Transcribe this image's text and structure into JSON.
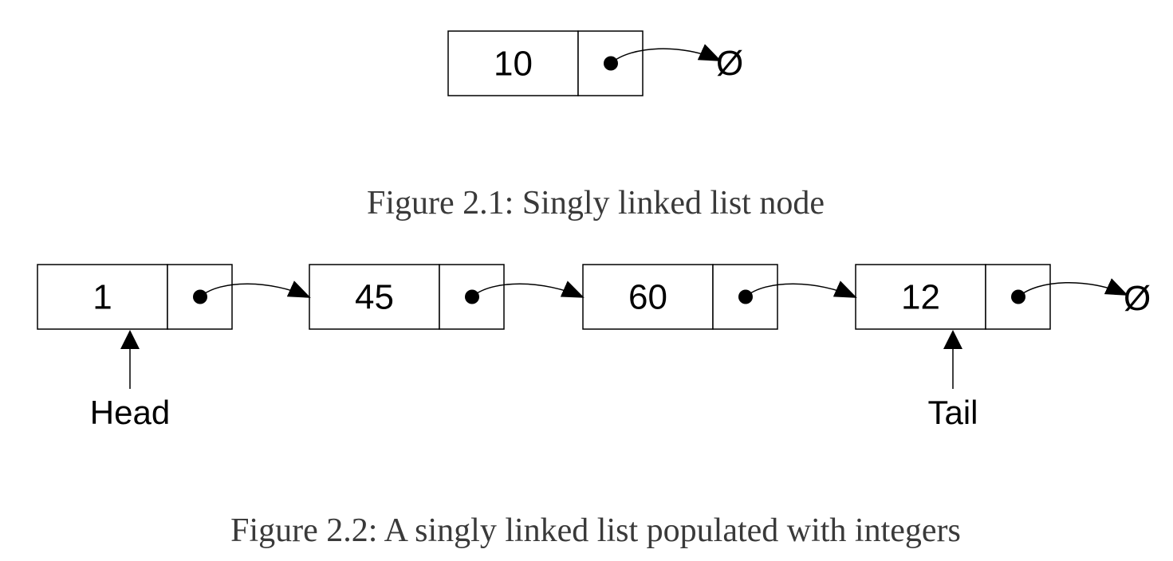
{
  "figure1": {
    "caption": "Figure 2.1: Singly linked list node",
    "nodes": [
      {
        "value": "10",
        "next": "null"
      }
    ]
  },
  "figure2": {
    "caption": "Figure 2.2: A singly linked list populated with integers",
    "nodes": [
      {
        "value": "1",
        "next": "node"
      },
      {
        "value": "45",
        "next": "node"
      },
      {
        "value": "60",
        "next": "node"
      },
      {
        "value": "12",
        "next": "null"
      }
    ],
    "pointers": [
      {
        "label": "Head",
        "node_index": 0
      },
      {
        "label": "Tail",
        "node_index": 3
      }
    ]
  },
  "null_symbol": "Ø",
  "colors": {
    "stroke": "#000000",
    "caption_text": "#3a3a3a",
    "background": "#ffffff"
  }
}
